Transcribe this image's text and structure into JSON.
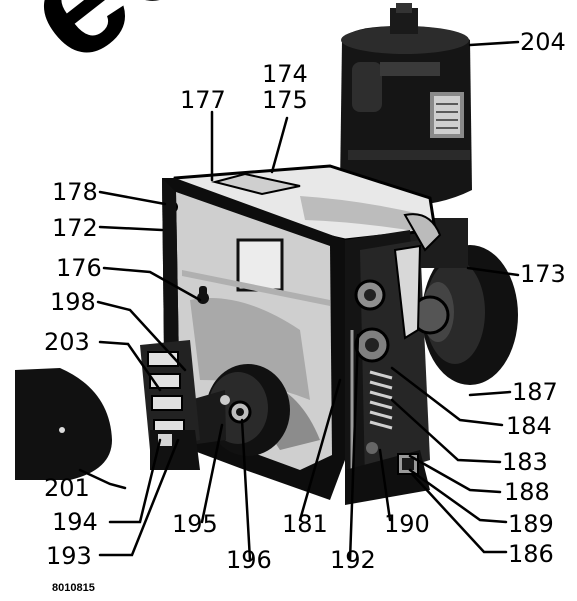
{
  "figure": {
    "subject": "motor-operator-assembly",
    "code": "8010815",
    "watermark": "ectr",
    "callouts": {
      "c204": "204",
      "c174": "174",
      "c175": "175",
      "c177": "177",
      "c178": "178",
      "c172": "172",
      "c176": "176",
      "c173": "173",
      "c198": "198",
      "c203": "203",
      "c187": "187",
      "c184": "184",
      "c183": "183",
      "c188": "188",
      "c201": "201",
      "c189": "189",
      "c194": "194",
      "c195": "195",
      "c181": "181",
      "c190": "190",
      "c193": "193",
      "c196": "196",
      "c192": "192",
      "c186": "186"
    },
    "colors": {
      "ink": "#000000",
      "paper": "#ffffff",
      "dark": "#111111",
      "shadow": "#2a2a2a",
      "mid": "#6f6f6f",
      "light": "#bdbdbd",
      "pale": "#dedede"
    }
  }
}
